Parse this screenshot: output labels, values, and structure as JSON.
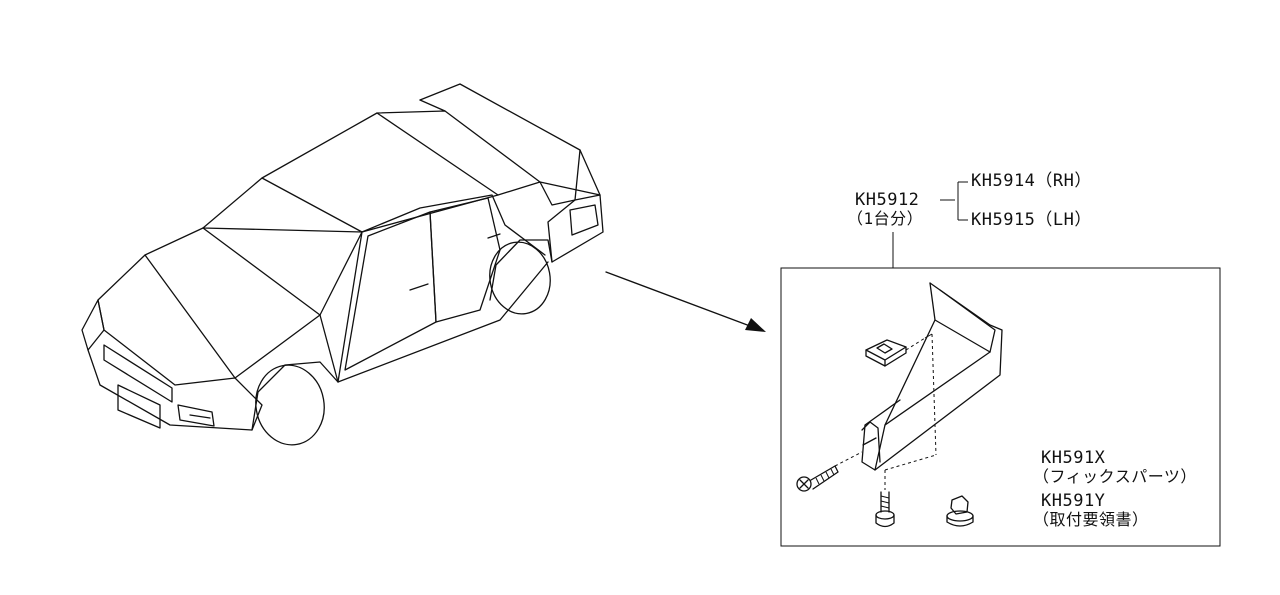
{
  "callouts": {
    "kit_part": "KH5912",
    "kit_qty": "（1台分）",
    "rh_part": "KH5914（RH）",
    "lh_part": "KH5915（LH）",
    "fix_part": "KH591X",
    "fix_desc": "（フィックスパーツ）",
    "manual_part": "KH591Y",
    "manual_desc": "（取付要領書）"
  },
  "colors": {
    "line": "#111111",
    "background": "#ffffff"
  },
  "icons": [
    "car-illustration",
    "arrow",
    "mudguard-part",
    "clip",
    "screw",
    "clip-nut"
  ]
}
